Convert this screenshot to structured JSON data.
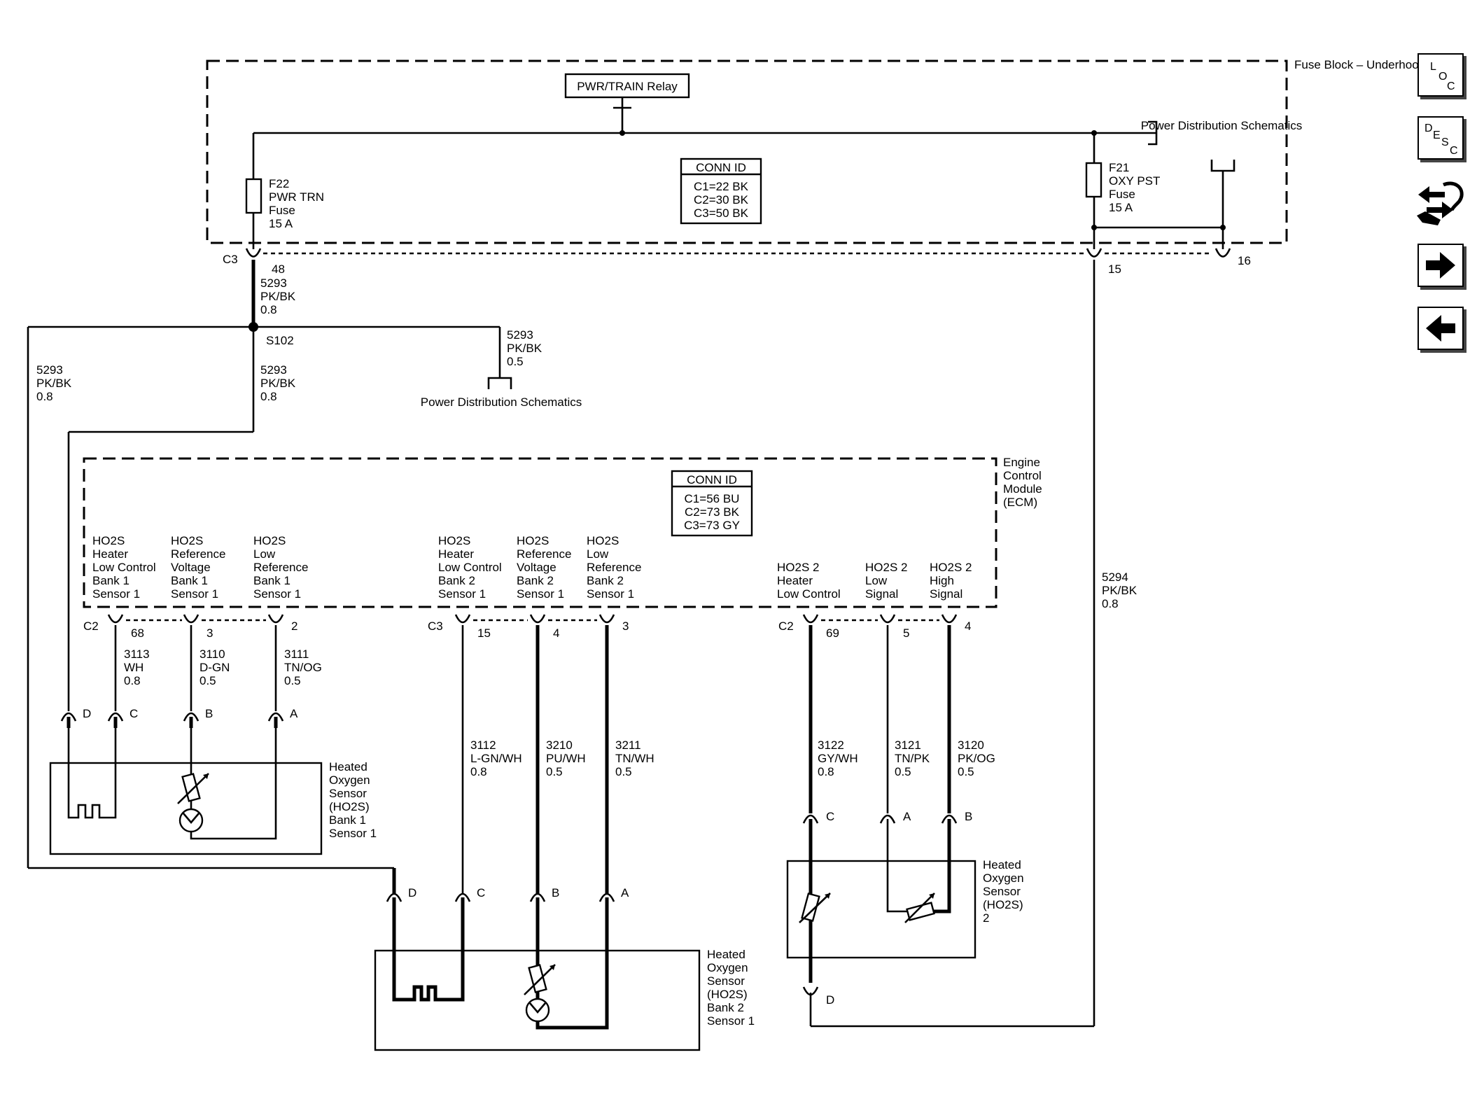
{
  "fuse_block": {
    "name": "Fuse Block – Underhood",
    "relay": "PWR/TRAIN Relay",
    "power_dist": "Power Distribution Schematics",
    "conn_id": {
      "title": "CONN ID",
      "lines": [
        "C1=22 BK",
        "C2=30 BK",
        "C3=50 BK"
      ]
    },
    "fuse_f22": {
      "lines": [
        "F22",
        "PWR TRN",
        "Fuse",
        "15 A"
      ]
    },
    "fuse_f21": {
      "lines": [
        "F21",
        "OXY PST",
        "Fuse",
        "15 A"
      ]
    },
    "connector": "C3",
    "pins": {
      "p48": "48",
      "p15": "15",
      "p16": "16"
    }
  },
  "splice": {
    "name": "S102",
    "power_dist": "Power Distribution Schematics",
    "wire_feed": [
      "5293",
      "PK/BK",
      "0.8"
    ],
    "wire_branch": [
      "5293",
      "PK/BK",
      "0.5"
    ],
    "wire_left": [
      "5293",
      "PK/BK",
      "0.8"
    ],
    "wire_center": [
      "5293",
      "PK/BK",
      "0.8"
    ],
    "wire_right": [
      "5294",
      "PK/BK",
      "0.8"
    ]
  },
  "ecm": {
    "name": "Engine Control Module (ECM)",
    "conn_id": {
      "title": "CONN ID",
      "lines": [
        "C1=56 BU",
        "C2=73 BK",
        "C3=73 GY"
      ]
    },
    "group1": {
      "connector": "C2",
      "pins": [
        "68",
        "3",
        "2"
      ],
      "labels": [
        [
          "HO2S",
          "Heater",
          "Low Control",
          "Bank 1",
          "Sensor 1"
        ],
        [
          "HO2S",
          "Reference",
          "Voltage",
          "Bank 1",
          "Sensor 1"
        ],
        [
          "HO2S",
          "Low",
          "Reference",
          "Bank 1",
          "Sensor 1"
        ]
      ],
      "wires": [
        [
          "3113",
          "WH",
          "0.8"
        ],
        [
          "3110",
          "D-GN",
          "0.5"
        ],
        [
          "3111",
          "TN/OG",
          "0.5"
        ]
      ]
    },
    "group2": {
      "connector": "C3",
      "pins": [
        "15",
        "4",
        "3"
      ],
      "labels": [
        [
          "HO2S",
          "Heater",
          "Low Control",
          "Bank 2",
          "Sensor 1"
        ],
        [
          "HO2S",
          "Reference",
          "Voltage",
          "Bank 2",
          "Sensor 1"
        ],
        [
          "HO2S",
          "Low",
          "Reference",
          "Bank 2",
          "Sensor 1"
        ]
      ],
      "wires": [
        [
          "3112",
          "L-GN/WH",
          "0.8"
        ],
        [
          "3210",
          "PU/WH",
          "0.5"
        ],
        [
          "3211",
          "TN/WH",
          "0.5"
        ]
      ]
    },
    "group3": {
      "connector": "C2",
      "pins": [
        "69",
        "5",
        "4"
      ],
      "labels": [
        [
          "HO2S 2",
          "Heater",
          "Low Control"
        ],
        [
          "HO2S 2",
          "Low",
          "Signal"
        ],
        [
          "HO2S 2",
          "High",
          "Signal"
        ]
      ],
      "wires": [
        [
          "3122",
          "GY/WH",
          "0.8"
        ],
        [
          "3121",
          "TN/PK",
          "0.5"
        ],
        [
          "3120",
          "PK/OG",
          "0.5"
        ]
      ]
    }
  },
  "sensors": {
    "bank1": {
      "name": [
        "Heated",
        "Oxygen",
        "Sensor",
        "(HO2S)",
        "Bank 1",
        "Sensor 1"
      ],
      "pins": [
        "D",
        "C",
        "B",
        "A"
      ]
    },
    "bank2": {
      "name": [
        "Heated",
        "Oxygen",
        "Sensor",
        "(HO2S)",
        "Bank 2",
        "Sensor 1"
      ],
      "pins": [
        "D",
        "C",
        "B",
        "A"
      ]
    },
    "s2": {
      "name": [
        "Heated",
        "Oxygen",
        "Sensor",
        "(HO2S)",
        "2"
      ],
      "pins": [
        "C",
        "A",
        "B",
        "D"
      ]
    }
  },
  "nav_buttons": [
    {
      "icon": "loc-icon",
      "letters": [
        "L",
        "O",
        "C"
      ]
    },
    {
      "icon": "desc-icon",
      "letters": [
        "D",
        "E",
        "S",
        "C"
      ]
    },
    {
      "icon": "wrench-arrows-icon"
    },
    {
      "icon": "arrow-right-icon"
    },
    {
      "icon": "arrow-left-icon"
    }
  ]
}
